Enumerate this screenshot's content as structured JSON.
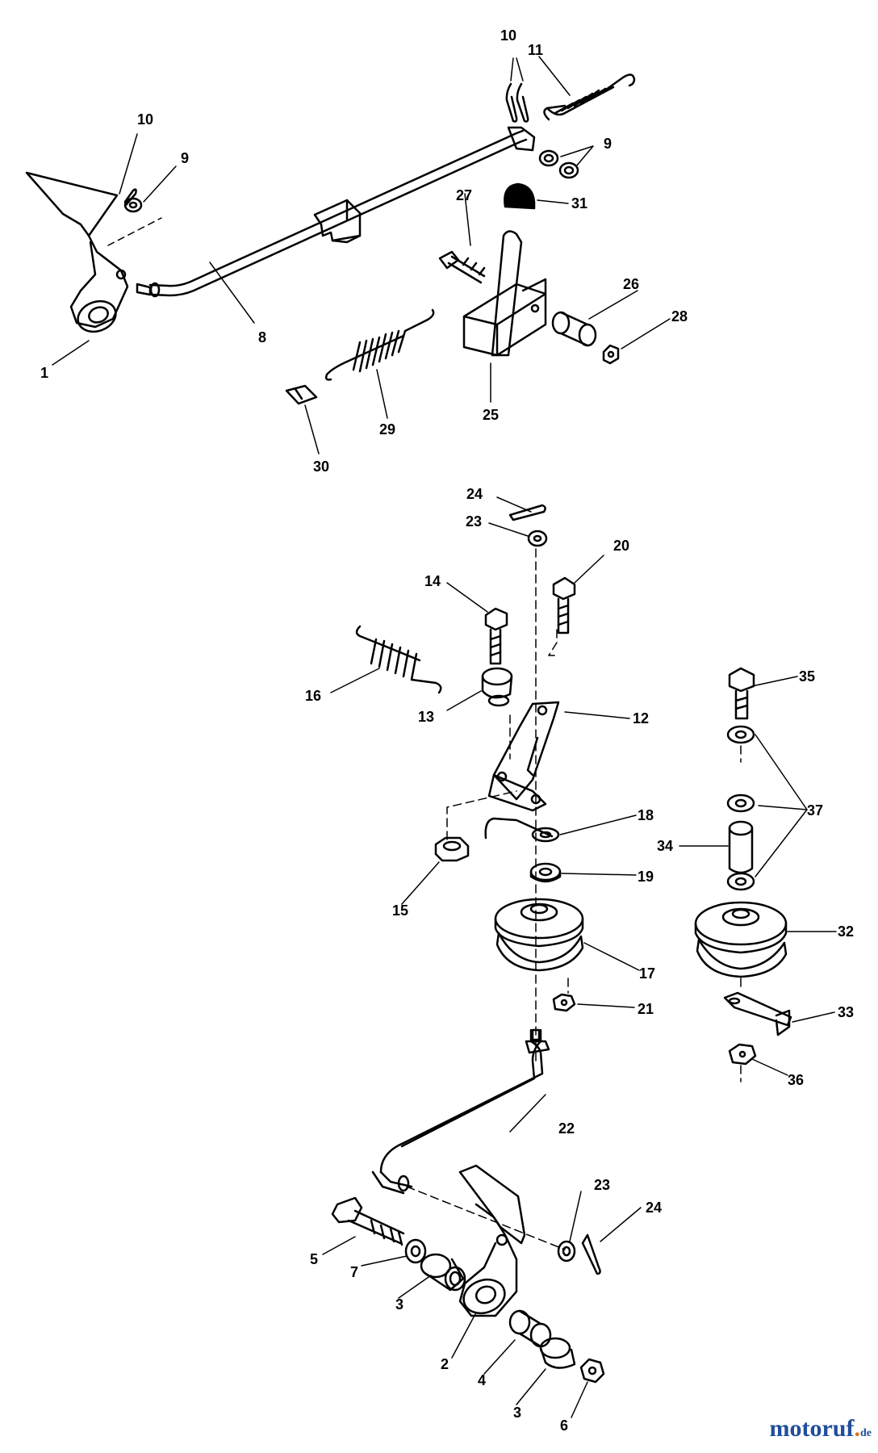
{
  "callouts": {
    "n1": "1",
    "n2": "2",
    "n3a": "3",
    "n3b": "3",
    "n4": "4",
    "n5": "5",
    "n6": "6",
    "n7": "7",
    "n8": "8",
    "n9a": "9",
    "n9b": "9",
    "n10a": "10",
    "n10b": "10",
    "n11": "11",
    "n12": "12",
    "n13": "13",
    "n14": "14",
    "n15": "15",
    "n16": "16",
    "n17": "17",
    "n18": "18",
    "n19": "19",
    "n20": "20",
    "n21": "21",
    "n22": "22",
    "n23a": "23",
    "n23b": "23",
    "n24a": "24",
    "n24b": "24",
    "n25": "25",
    "n26": "26",
    "n27": "27",
    "n28": "28",
    "n29": "29",
    "n30": "30",
    "n31": "31",
    "n32": "32",
    "n33": "33",
    "n34": "34",
    "n35": "35",
    "n36": "36",
    "n37": "37"
  },
  "watermark": {
    "part1": "motoruf",
    "part2": ".",
    "part3": "de"
  },
  "colors": {
    "line": "#000000",
    "background": "#ffffff",
    "brand_blue": "#1f4e9c",
    "brand_orange": "#e0701c"
  }
}
